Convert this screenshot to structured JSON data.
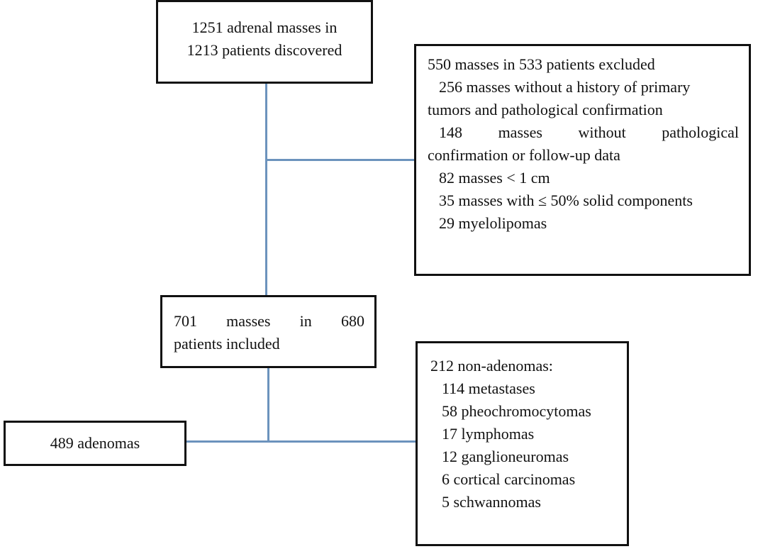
{
  "start_box": {
    "lines": [
      "1251 adrenal masses in",
      "1213 patients discovered"
    ]
  },
  "excluded_box": {
    "header": "550 masses in 533 patients excluded",
    "item1": {
      "line1": "256 masses without a history of primary",
      "line2": "tumors and pathological confirmation"
    },
    "item2": {
      "words": [
        "148",
        "masses",
        "without",
        "pathological"
      ],
      "line2": "confirmation or follow-up data"
    },
    "item3": "82 masses < 1 cm",
    "item4": "35 masses with ≤ 50% solid components",
    "item5": "29 myelolipomas"
  },
  "included_box": {
    "words": [
      "701",
      "masses",
      "in",
      "680"
    ],
    "line2": "patients included"
  },
  "adenomas_box": {
    "label": "489 adenomas"
  },
  "non_adenomas_box": {
    "header": "212 non-adenomas:",
    "items": [
      "114 metastases",
      "58 pheochromocytomas",
      "17 lymphomas",
      "12 ganglioneuromas",
      "6 cortical carcinomas",
      "5 schwannomas"
    ]
  },
  "colors": {
    "connector": "#6c93bd",
    "border": "#111111"
  }
}
